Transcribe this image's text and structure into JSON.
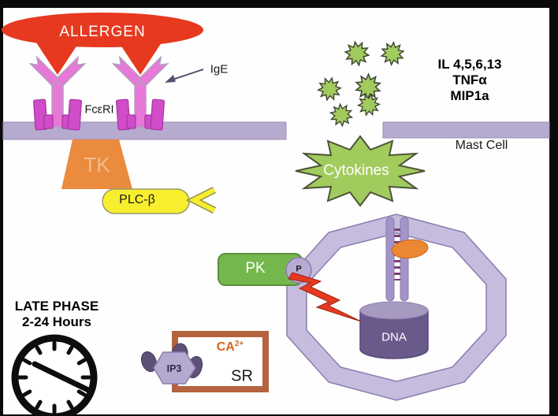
{
  "labels": {
    "allergen": "ALLERGEN",
    "ige": "IgE",
    "fceri": "FcεRI",
    "mediators_line1": "IL 4,5,6,13",
    "mediators_line2": "TNFα",
    "mediators_line3": "MIP1a",
    "mast_cell": "Mast Cell",
    "cytokines": "Cytokines",
    "tk": "TK",
    "plc_beta": "PLC-β",
    "pk": "PK",
    "phospho": "P",
    "dna": "DNA",
    "late_phase_title": "LATE PHASE",
    "late_phase_time": "2-24 Hours",
    "calcium_base": "CA",
    "calcium_sup": "2+",
    "sr": "SR",
    "ip3": "IP3"
  },
  "colors": {
    "allergen_red": "#e6391f",
    "ige_pink": "#e878d8",
    "receptor_magenta": "#d04cc8",
    "membrane_purple": "#b6abce",
    "tk_orange": "#ea8b3e",
    "tk_text": "#f2bd92",
    "plc_yellow": "#f8ee2e",
    "pk_green": "#74b84d",
    "cytokine_green": "#a2cb5e",
    "nucleus_ring_purple": "#c5bcde",
    "channel_purple": "#a294c9",
    "dna_dark_purple": "#6a5a8c",
    "orange_factor": "#ec8733",
    "bolt_red": "#e6391f",
    "sr_border_sienna": "#b5623f",
    "calcium_orange": "#d2661e",
    "ip3_dark_purple": "#5d5177",
    "clock_black": "#0d0d0d",
    "frame_black": "#0a0a0a"
  }
}
